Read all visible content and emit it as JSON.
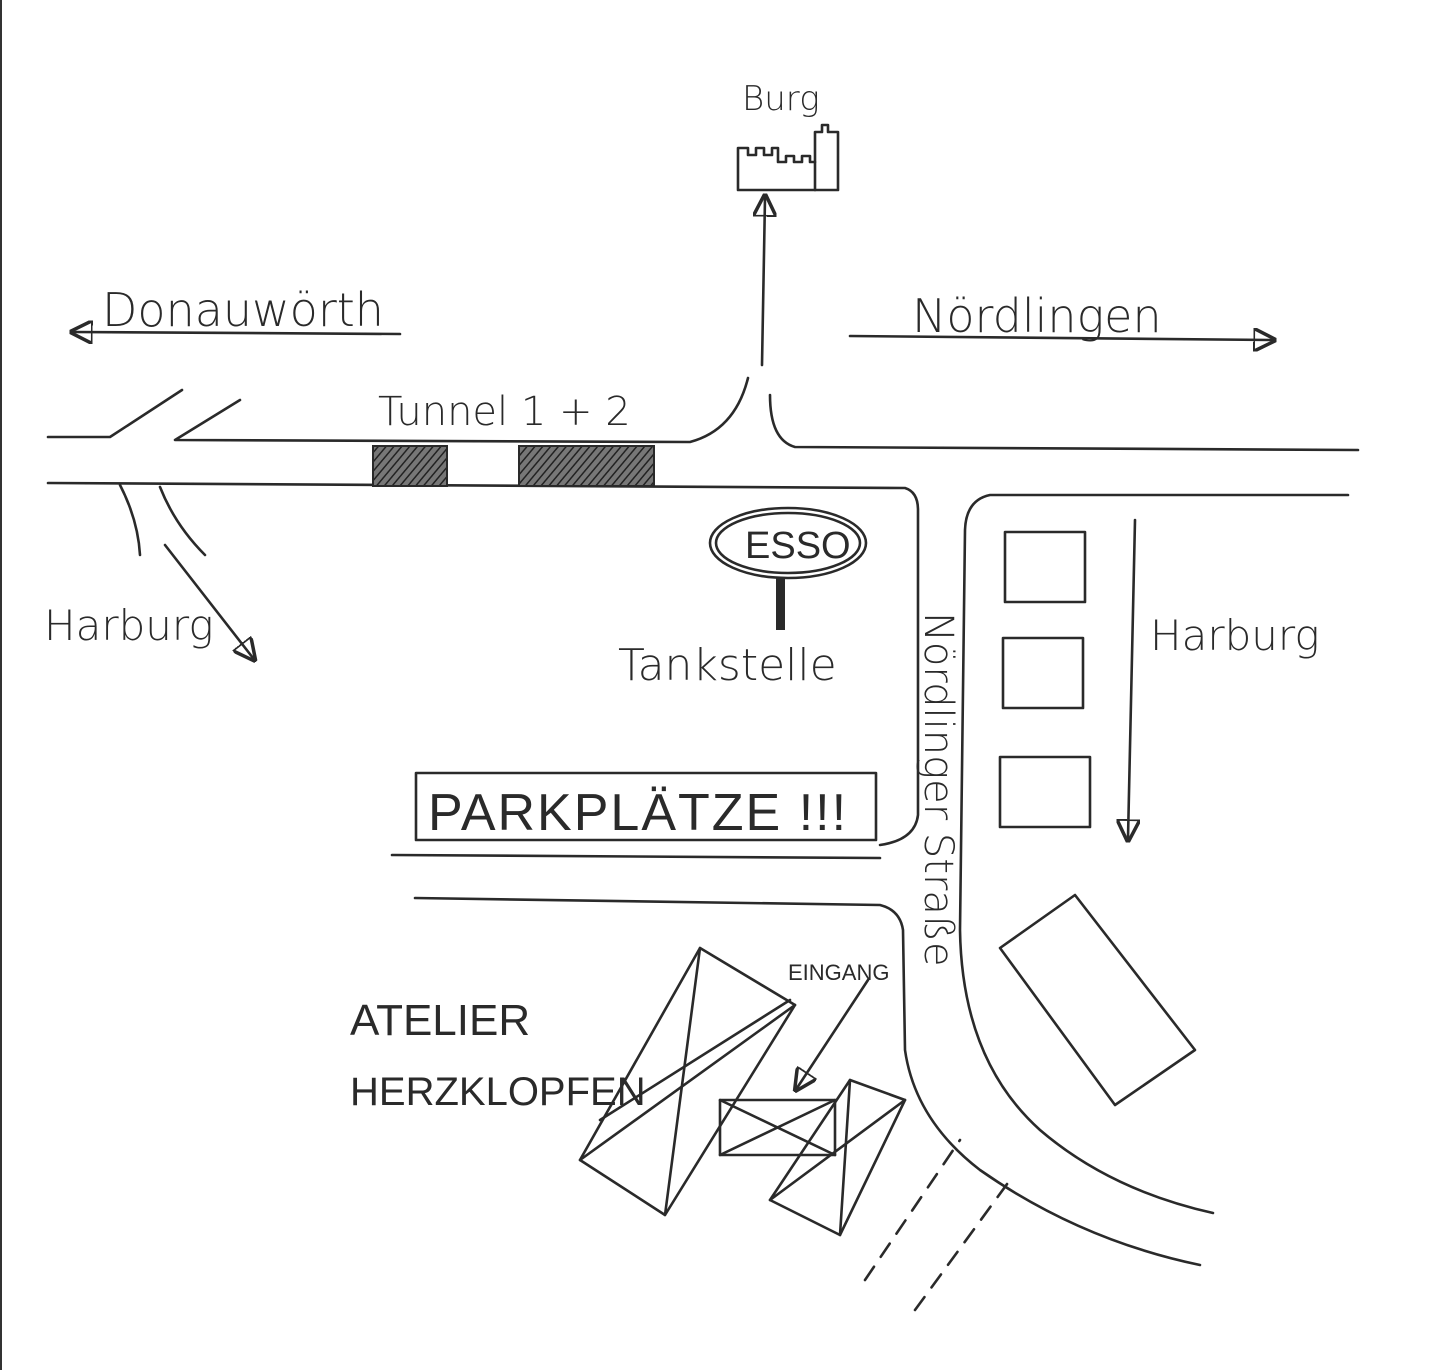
{
  "map": {
    "labels": {
      "castle": "Burg",
      "west_destination": "Donauwörth",
      "east_destination": "Nördlingen",
      "tunnel": "Tunnel 1 + 2",
      "southwest_destination": "Harburg",
      "gas_brand": "ESSO",
      "gas_station": "Tankstelle",
      "street": "Nördlinger Straße",
      "south_destination": "Harburg",
      "parking": "PARKPLÄTZE !!!",
      "entrance": "EINGANG",
      "venue_line1": "ATELIER",
      "venue_line2": "HERZKLOPFEN"
    },
    "colors": {
      "ink": "#2a2a2a",
      "paper": "#ffffff"
    }
  }
}
